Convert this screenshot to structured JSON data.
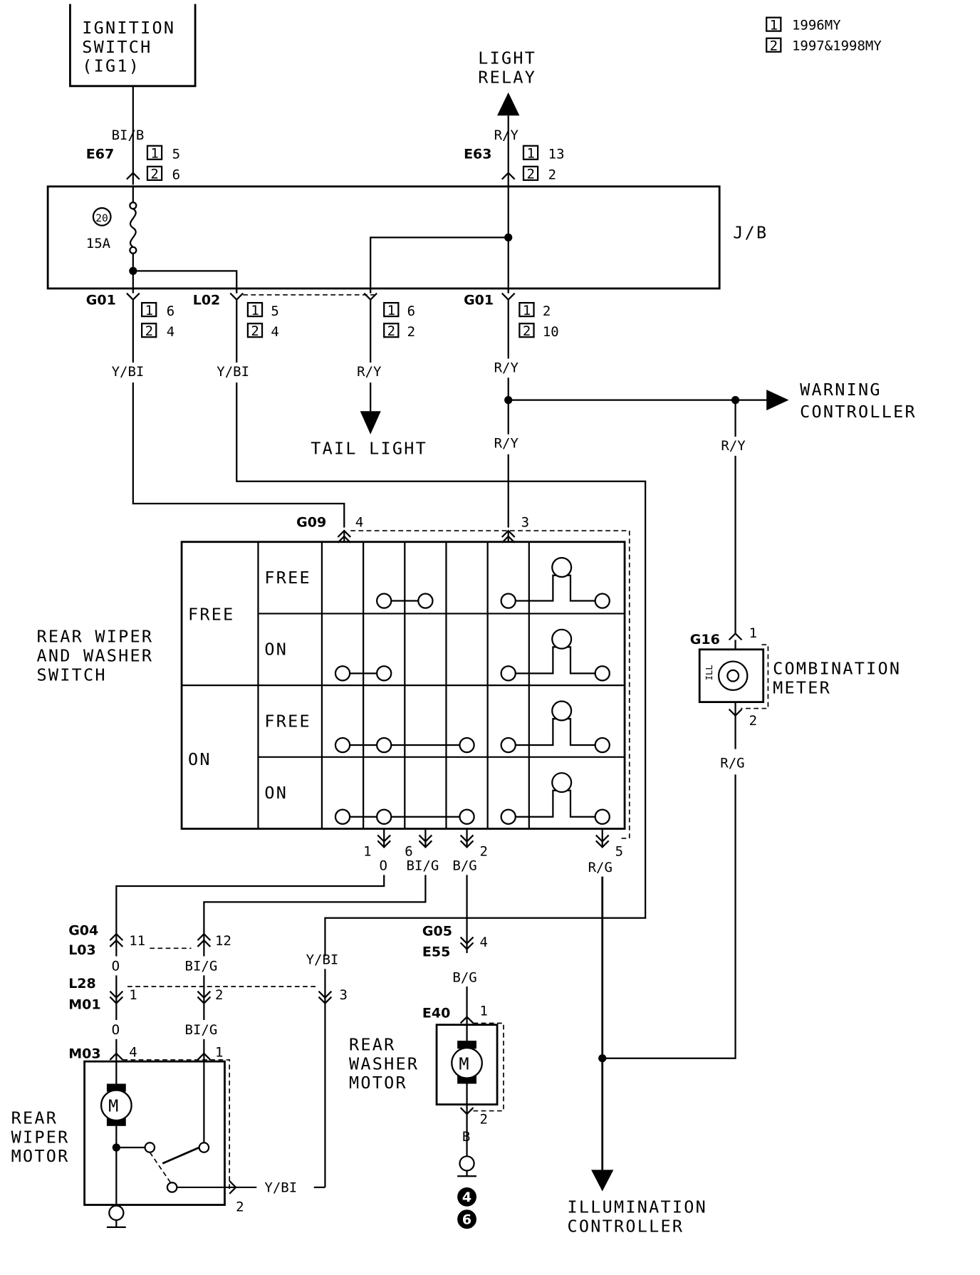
{
  "legend": [
    {
      "num": "1",
      "text": "1996MY"
    },
    {
      "num": "2",
      "text": "1997&1998MY"
    }
  ],
  "labels": {
    "ignition_switch": [
      "IGNITION",
      "SWITCH",
      "(IG1)"
    ],
    "light_relay": [
      "LIGHT",
      "RELAY"
    ],
    "jb": "J/B",
    "fuse_num": "20",
    "fuse_amp": "15A",
    "tail_light": "TAIL LIGHT",
    "warning_controller": [
      "WARNING",
      "CONTROLLER"
    ],
    "rear_wiper_washer_switch": [
      "REAR WIPER",
      "AND WASHER",
      "SWITCH"
    ],
    "combination_meter": [
      "COMBINATION",
      "METER"
    ],
    "ill": "ILL",
    "rear_washer_motor": [
      "REAR",
      "WASHER",
      "MOTOR"
    ],
    "rear_wiper_motor": [
      "REAR",
      "WIPER",
      "MOTOR"
    ],
    "illumination_controller": [
      "ILLUMINATION",
      "CONTROLLER"
    ],
    "motor_symbol": "M",
    "ground_refs": [
      "4",
      "6"
    ]
  },
  "switch_table": {
    "col1": [
      "FREE",
      "ON"
    ],
    "col2": [
      "FREE",
      "ON",
      "FREE",
      "ON"
    ]
  },
  "connectors": {
    "e67": "E67",
    "e67_1": "5",
    "e67_2": "6",
    "e63": "E63",
    "e63_1": "13",
    "e63_2": "2",
    "g01a": "G01",
    "g01a_1": "6",
    "g01a_2": "4",
    "l02": "L02",
    "l02_1": "5",
    "l02_2": "4",
    "mid_1": "6",
    "mid_2": "2",
    "g01b": "G01",
    "g01b_1": "2",
    "g01b_2": "10",
    "g09": "G09",
    "g09_a": "4",
    "g09_b": "3",
    "g16": "G16",
    "g16_a": "1",
    "g16_b": "2",
    "sw_pins": [
      "1",
      "6",
      "2",
      "5"
    ],
    "g04": "G04",
    "l03": "L03",
    "g04_a": "11",
    "g04_b": "12",
    "l28": "L28",
    "m01": "M01",
    "l28_a": "1",
    "l28_b": "2",
    "l28_c": "3",
    "m03": "M03",
    "m03_a": "4",
    "m03_b": "1",
    "m03_c": "2",
    "g05": "G05",
    "e55": "E55",
    "g05_a": "4",
    "e40": "E40",
    "e40_a": "1",
    "e40_b": "2"
  },
  "wires": {
    "bib": "BI/B",
    "ry": "R/Y",
    "ybi": "Y/BI",
    "rg": "R/G",
    "o": "O",
    "big": "BI/G",
    "bg": "B/G",
    "b": "B"
  }
}
